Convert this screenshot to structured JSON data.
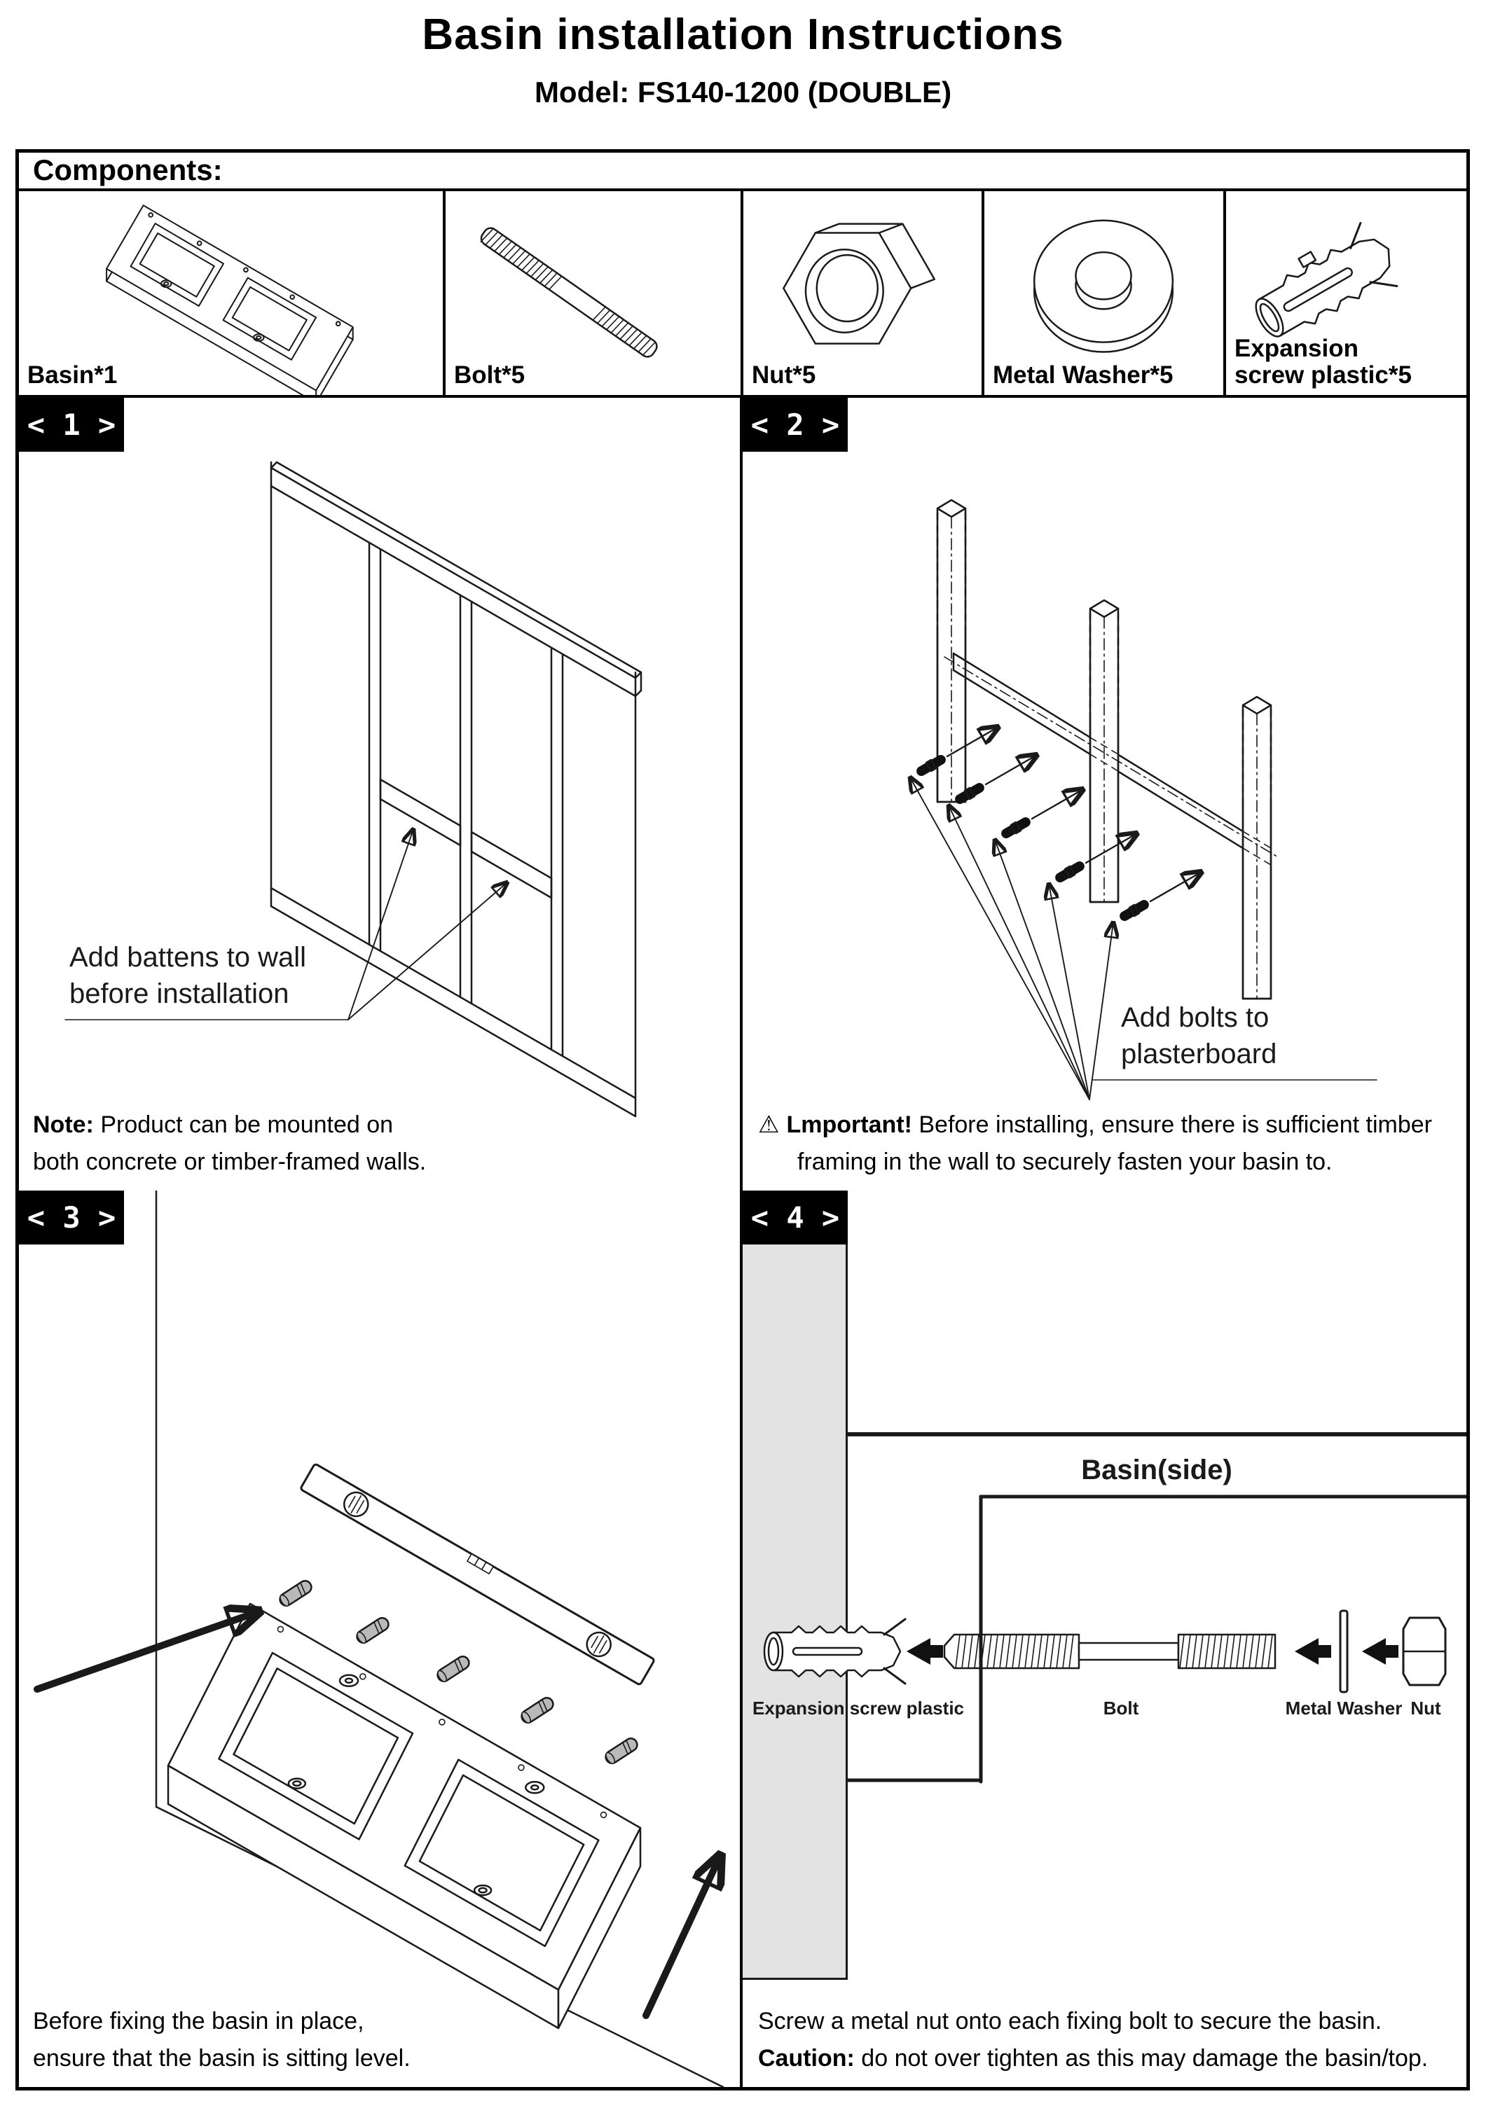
{
  "title": "Basin installation Instructions",
  "model": "Model: FS140-1200 (DOUBLE)",
  "components": {
    "header": "Components:",
    "items": [
      {
        "label": "Basin*1",
        "icon": "basin-icon"
      },
      {
        "label": "Bolt*5",
        "icon": "bolt-icon"
      },
      {
        "label": "Nut*5",
        "icon": "nut-icon"
      },
      {
        "label": "Metal Washer*5",
        "icon": "metal-washer-icon"
      },
      {
        "label_line1": "Expansion",
        "label_line2": "screw plastic*5",
        "icon": "expansion-screw-icon"
      }
    ]
  },
  "sections": {
    "s1": {
      "badge": "< 1 >",
      "annotation_line1": "Add battens to wall",
      "annotation_line2": "before installation",
      "note_prefix": "Note:",
      "note_line1_rest": " Product can be mounted on",
      "note_line2": "both concrete or timber-framed walls."
    },
    "s2": {
      "badge": "< 2 >",
      "annotation_line1": "Add bolts to",
      "annotation_line2": "plasterboard",
      "warning_icon": "⚠",
      "important_prefix": "Lmportant!",
      "important_line1_rest": " Before installing, ensure there is sufficient timber",
      "important_line2": "framing in the wall to securely fasten your basin to."
    },
    "s3": {
      "badge": "< 3 >",
      "caption_line1": "Before fixing the basin in place,",
      "caption_line2": "ensure that the basin is sitting level."
    },
    "s4": {
      "badge": "< 4 >",
      "diagram_title": "Basin(side)",
      "labels": {
        "expansion": "Expansion screw plastic",
        "bolt": "Bolt",
        "washer": "Metal Washer",
        "nut": "Nut"
      },
      "caption_line1": "Screw a metal nut onto each fixing bolt to secure the basin.",
      "caption_prefix": "Caution:",
      "caption_line2_rest": " do not over tighten as this may damage the basin/top."
    }
  }
}
